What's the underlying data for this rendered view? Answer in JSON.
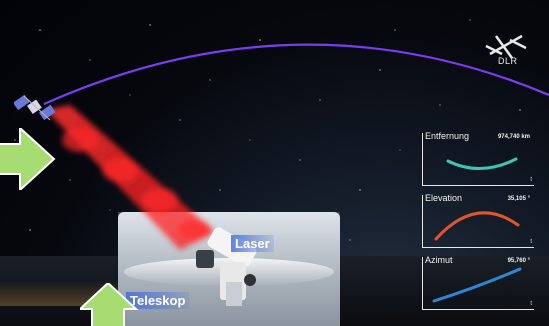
{
  "logo": {
    "text": "DLR"
  },
  "labels": {
    "laser": "Laser",
    "telescope": "Teleskop"
  },
  "panels": [
    {
      "title": "Entfernung",
      "value": "974,740 km",
      "tick": "t",
      "color": "#3ec6b0"
    },
    {
      "title": "Elevation",
      "value": "35,105 °",
      "tick": "t",
      "color": "#e2562c"
    },
    {
      "title": "Azimut",
      "value": "95,760 °",
      "tick": "t",
      "color": "#2f86d6"
    }
  ],
  "colors": {
    "orbit": "#7b3cf0",
    "laser": "#ff2020",
    "arrow": "#a6dc72"
  }
}
